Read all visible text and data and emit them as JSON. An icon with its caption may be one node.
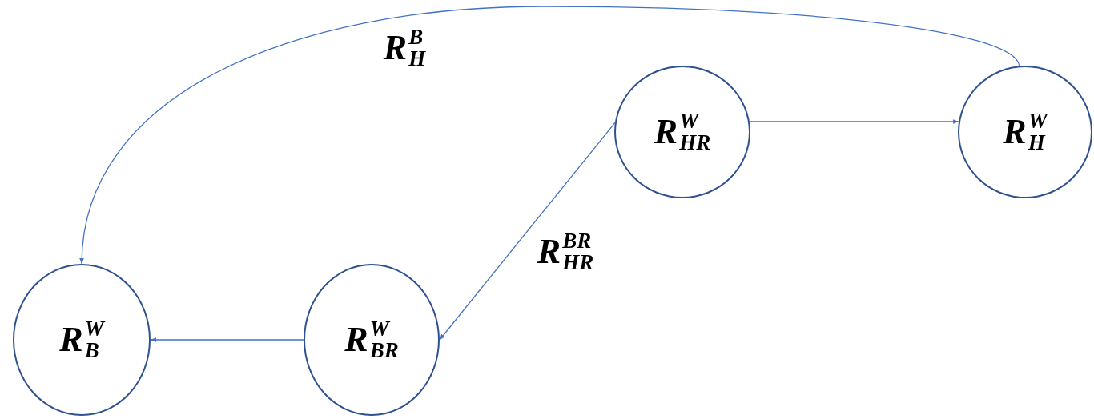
{
  "diagram": {
    "nodes": [
      {
        "text": [
          "R$^{W}$$_{HR}$"
        ]
      },
      {
        "text": [
          "R$^{W}$$_{H}$"
        ]
      },
      {
        "text": [
          "R$^{W}$$_{BR}$"
        ]
      },
      {
        "text": [
          "R$^{W}$$_{B}$"
        ]
      }
    ],
    "edges": [
      {
        "from": 0,
        "to": 1,
        "arrow": "to"
      },
      {
        "from": 0,
        "to": 2,
        "arrow": "to",
        "label": "R$^{BR}$$_{HR}$"
      },
      {
        "from": 1,
        "to": 3,
        "arrow": "to",
        "label": "R$^{B}$$_{H}$"
      },
      {
        "from": 2,
        "to": 3,
        "arrow": "to"
      }
    ]
  }
}
